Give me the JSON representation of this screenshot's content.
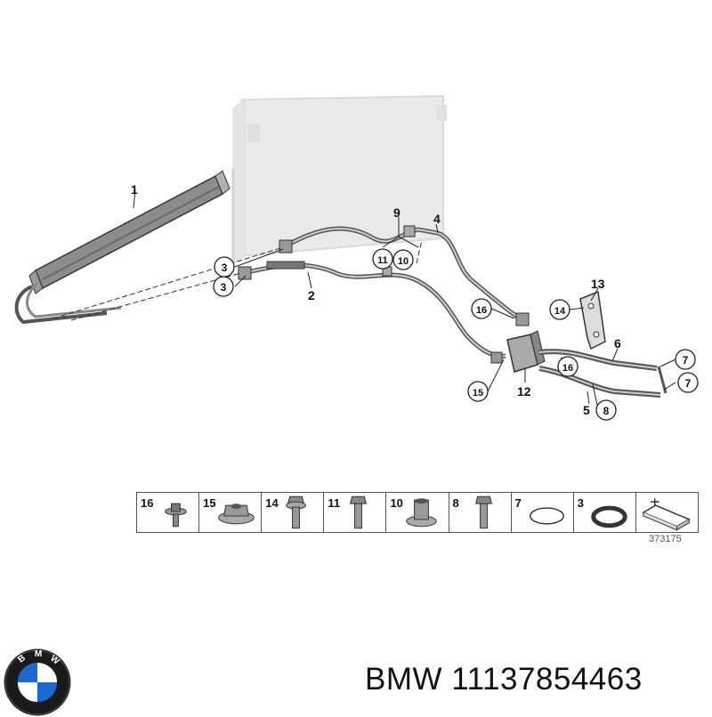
{
  "callouts": {
    "c1": "1",
    "c2": "2",
    "c3a": "3",
    "c3b": "3",
    "c4": "4",
    "c5": "5",
    "c6": "6",
    "c7a": "7",
    "c7b": "7",
    "c8": "8",
    "c9": "9",
    "c10": "10",
    "c11": "11",
    "c12": "12",
    "c13": "13",
    "c14": "14",
    "c15": "15",
    "c16a": "16",
    "c16b": "16"
  },
  "parts_strip": [
    {
      "num": "16",
      "icon": "screw-flange-icon"
    },
    {
      "num": "15",
      "icon": "hex-nut-flange-icon"
    },
    {
      "num": "14",
      "icon": "hex-bolt-collar-icon"
    },
    {
      "num": "11",
      "icon": "hex-bolt-icon"
    },
    {
      "num": "10",
      "icon": "spacer-nut-icon"
    },
    {
      "num": "8",
      "icon": "hex-bolt-icon"
    },
    {
      "num": "7",
      "icon": "o-ring-icon"
    },
    {
      "num": "3",
      "icon": "gasket-ring-icon"
    },
    {
      "num": "",
      "icon": "hardware-kit-icon"
    }
  ],
  "diagram_code": "373175",
  "brand": "BMW",
  "part_number": "11137854463",
  "colors": {
    "line": "#222222",
    "radiator": "#e4e4e4",
    "cooler": "#8c8c8c"
  }
}
